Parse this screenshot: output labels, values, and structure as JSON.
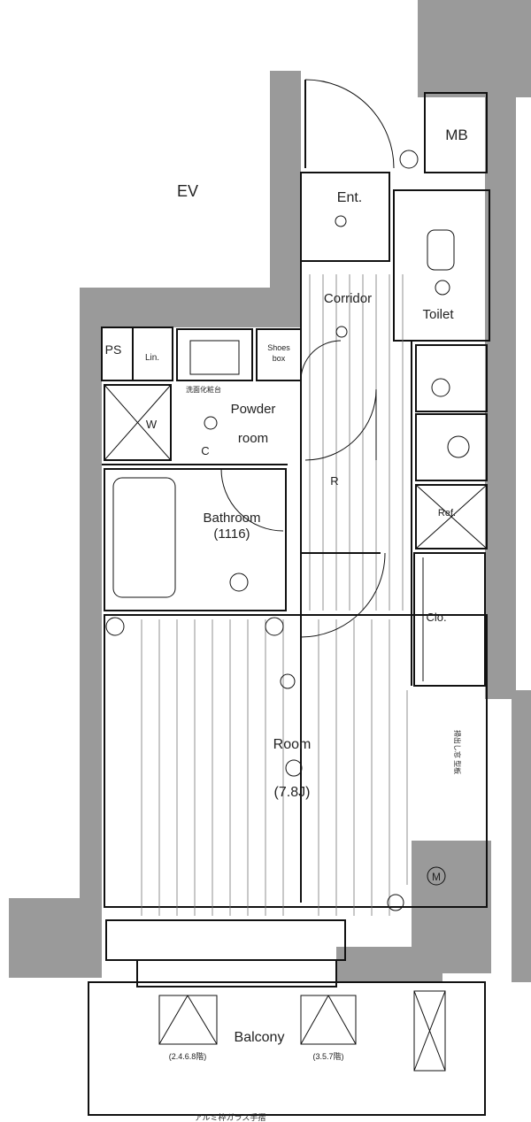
{
  "rooms": {
    "ev": "EV",
    "mb": "MB",
    "ent": "Ent.",
    "corridor": "Corridor",
    "toilet": "Toilet",
    "ps": "PS",
    "lin": "Lin.",
    "shoes_box_1": "Shoes",
    "shoes_box_2": "box",
    "powder_1": "Powder",
    "powder_2": "room",
    "bathroom": "Bathroom",
    "bathroom_size": "(1116)",
    "w_mark": "W",
    "c_mark": "C",
    "r_mark": "R",
    "ref": "Ref.",
    "clo": "Clo.",
    "room": "Room",
    "room_size": "(7.8J)",
    "balcony": "Balcony",
    "m_mark": "M"
  },
  "small_notes": {
    "balcony_left": "(2.4.6.8階)",
    "balcony_right": "(3.5.7階)",
    "bottom_note": "アルミ枠ガラス手摺",
    "washstand": "洗面化粧台",
    "window_note": "掃出し窓 型板"
  }
}
